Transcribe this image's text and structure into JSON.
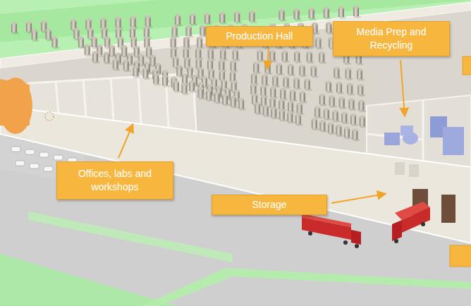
{
  "diagram": {
    "nodes": [
      {
        "text": [
          "Production Hall"
        ]
      },
      {
        "text": [
          "Media Prep and Recycling"
        ]
      },
      {
        "text": [
          "Offices, labs and workshops"
        ]
      },
      {
        "text": [
          "Storage"
        ]
      }
    ]
  }
}
